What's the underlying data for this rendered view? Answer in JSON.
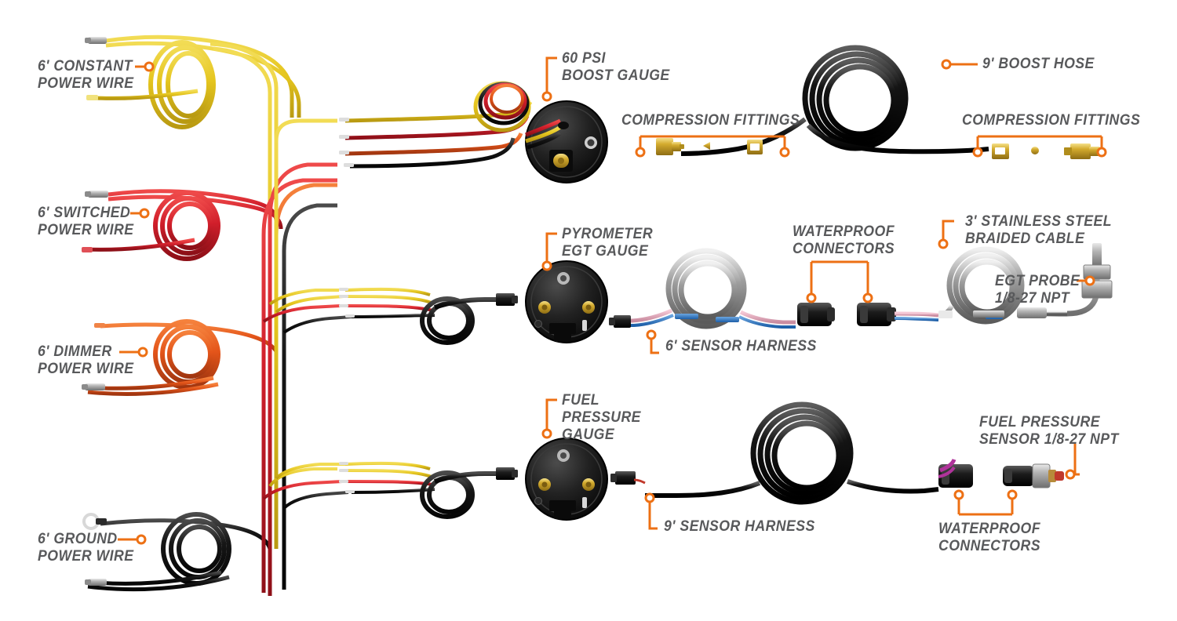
{
  "diagram": {
    "title": "Diesel Gauge Kit Components",
    "background": "#ffffff",
    "accent_color": "#ED7014",
    "label_color": "#58595b",
    "labels": {
      "constant_power": "6' CONSTANT\nPOWER WIRE",
      "switched_power": "6' SWITCHED\nPOWER WIRE",
      "dimmer_power": "6' DIMMER\nPOWER WIRE",
      "ground_power": "6' GROUND\nPOWER WIRE",
      "boost_gauge": "60 PSI\nBOOST GAUGE",
      "pyrometer_gauge": "PYROMETER\nEGT GAUGE",
      "fuel_gauge": "FUEL\nPRESSURE\nGAUGE",
      "boost_hose": "9' BOOST HOSE",
      "compression_fittings_left": "COMPRESSION FITTINGS",
      "compression_fittings_right": "COMPRESSION FITTINGS",
      "waterproof_connectors_mid": "WATERPROOF\nCONNECTORS",
      "waterproof_connectors_bottom": "WATERPROOF\nCONNECTORS",
      "sensor_harness_6": "6' SENSOR HARNESS",
      "sensor_harness_9": "9' SENSOR HARNESS",
      "braided_cable": "3' STAINLESS STEEL\nBRAIDED CABLE",
      "egt_probe": "EGT PROBE\n1/8-27 NPT",
      "fuel_sensor": "FUEL PRESSURE\nSENSOR 1/8-27 NPT"
    },
    "parts": [
      {
        "name": "constant-power-wire",
        "color": "#E8C820",
        "length": "6'"
      },
      {
        "name": "switched-power-wire",
        "color": "#D42230",
        "length": "6'"
      },
      {
        "name": "dimmer-power-wire",
        "color": "#E8581C",
        "length": "6'"
      },
      {
        "name": "ground-power-wire",
        "color": "#1a1a1a",
        "length": "6'"
      },
      {
        "name": "boost-gauge",
        "color": "#1c1c1c",
        "spec": "60 PSI"
      },
      {
        "name": "pyrometer-egt-gauge",
        "color": "#1c1c1c"
      },
      {
        "name": "fuel-pressure-gauge",
        "color": "#1c1c1c"
      },
      {
        "name": "boost-hose",
        "color": "#151515",
        "length": "9'"
      },
      {
        "name": "compression-fitting",
        "color": "#C9A227"
      },
      {
        "name": "sensor-harness-6",
        "length": "6'"
      },
      {
        "name": "sensor-harness-9",
        "length": "9'"
      },
      {
        "name": "braided-cable",
        "color": "#b9b9b9",
        "length": "3'"
      },
      {
        "name": "egt-probe",
        "spec": "1/8-27 NPT"
      },
      {
        "name": "fuel-pressure-sensor",
        "spec": "1/8-27 NPT"
      },
      {
        "name": "waterproof-connector",
        "color": "#171717"
      }
    ]
  }
}
